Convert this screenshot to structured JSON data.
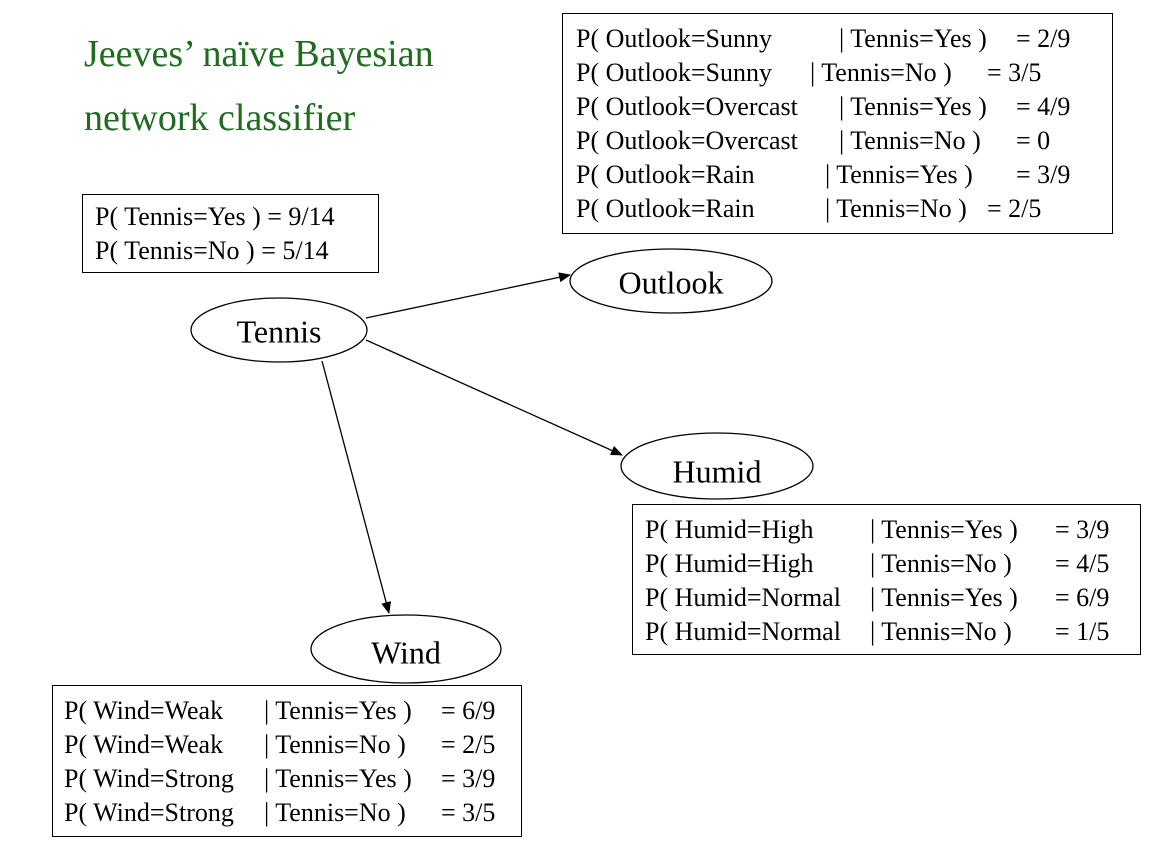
{
  "title": {
    "line1": "Jeeves’ naïve Bayesian",
    "line2": "network classifier",
    "color": "#1f6b1f"
  },
  "nodes": {
    "tennis": "Tennis",
    "outlook": "Outlook",
    "humid": "Humid",
    "wind": "Wind"
  },
  "tables": {
    "tennis_prior": [
      [
        "P( Tennis=Yes ) = 9/14"
      ],
      [
        "P( Tennis=No )  = 5/14"
      ]
    ],
    "outlook": [
      [
        "P( Outlook=Sunny",
        "| Tennis=Yes )",
        "= 2/9"
      ],
      [
        "P( Outlook=Sunny",
        "| Tennis=No )",
        "= 3/5"
      ],
      [
        "P( Outlook=Overcast",
        "| Tennis=Yes )",
        "= 4/9"
      ],
      [
        "P( Outlook=Overcast",
        "| Tennis=No )",
        "= 0"
      ],
      [
        "P( Outlook=Rain",
        "| Tennis=Yes )",
        "= 3/9"
      ],
      [
        "P( Outlook=Rain",
        "| Tennis=No )",
        "= 2/5"
      ]
    ],
    "humid": [
      [
        "P( Humid=High",
        "| Tennis=Yes )",
        "= 3/9"
      ],
      [
        "P( Humid=High",
        "| Tennis=No )",
        "= 4/5"
      ],
      [
        "P( Humid=Normal",
        "| Tennis=Yes )",
        "= 6/9"
      ],
      [
        "P( Humid=Normal",
        "| Tennis=No )",
        "= 1/5"
      ]
    ],
    "wind": [
      [
        "P( Wind=Weak",
        "| Tennis=Yes )",
        "= 6/9"
      ],
      [
        "P( Wind=Weak",
        "| Tennis=No )",
        "= 2/5"
      ],
      [
        "P( Wind=Strong",
        "| Tennis=Yes )",
        "= 3/9"
      ],
      [
        "P( Wind=Strong",
        "| Tennis=No )",
        "= 3/5"
      ]
    ]
  }
}
